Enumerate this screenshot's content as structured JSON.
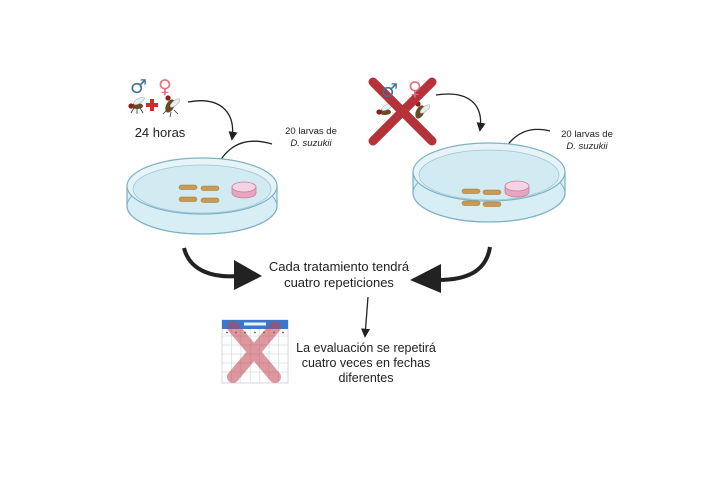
{
  "left_group": {
    "male_symbol": "♂",
    "female_symbol": "♀",
    "time_label": "24 horas",
    "larvae_label": "20 larvas de",
    "species": "D. suzukii"
  },
  "right_group": {
    "male_symbol": "♂",
    "female_symbol": "♀",
    "larvae_label": "20 larvas de",
    "species": "D. suzukii",
    "crossed_out": true
  },
  "treatment_text_line1": "Cada tratamiento tendrá",
  "treatment_text_line2": "cuatro repeticiones",
  "evaluation_text_line1": "La evaluación se repetirá",
  "evaluation_text_line2": "cuatro veces en fechas",
  "evaluation_text_line3": "diferentes",
  "colors": {
    "male": "#3d6fa0",
    "female": "#e0717d",
    "cross_red": "#b5323b",
    "calendar_blue": "#3b78c9",
    "dish_fill": "#d5edf3",
    "larva": "#c99a52",
    "diet_pink": "#e7a5c1"
  }
}
